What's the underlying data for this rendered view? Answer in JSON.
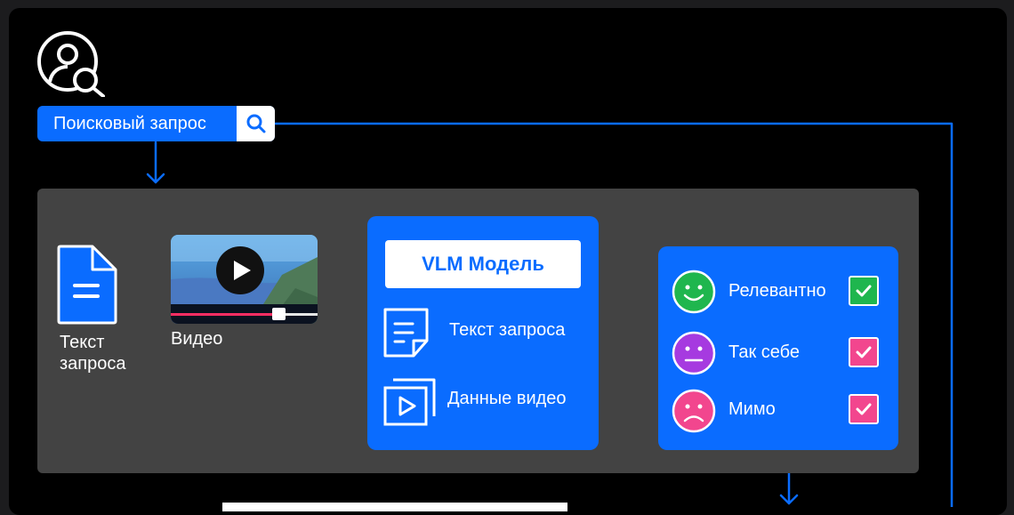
{
  "search": {
    "label": "Поисковый запрос"
  },
  "input": {
    "doc_label": "Текст запроса",
    "video_label": "Видео"
  },
  "model": {
    "title": "VLM Модель",
    "items": [
      {
        "label": "Текст запроса",
        "icon": "document-text-icon"
      },
      {
        "label": "Данные видео",
        "icon": "video-play-icon"
      }
    ]
  },
  "results": [
    {
      "label": "Релевантно",
      "face": "smile",
      "face_color": "#1fb64e",
      "check_color": "#1fb64e"
    },
    {
      "label": "Так себе",
      "face": "neutral",
      "face_color": "#a63ae0",
      "check_color": "#f2468e"
    },
    {
      "label": "Мимо",
      "face": "sad",
      "face_color": "#f2468e",
      "check_color": "#f2468e"
    }
  ],
  "colors": {
    "accent": "#0a6cff",
    "panel": "#434343",
    "background": "#000000"
  }
}
